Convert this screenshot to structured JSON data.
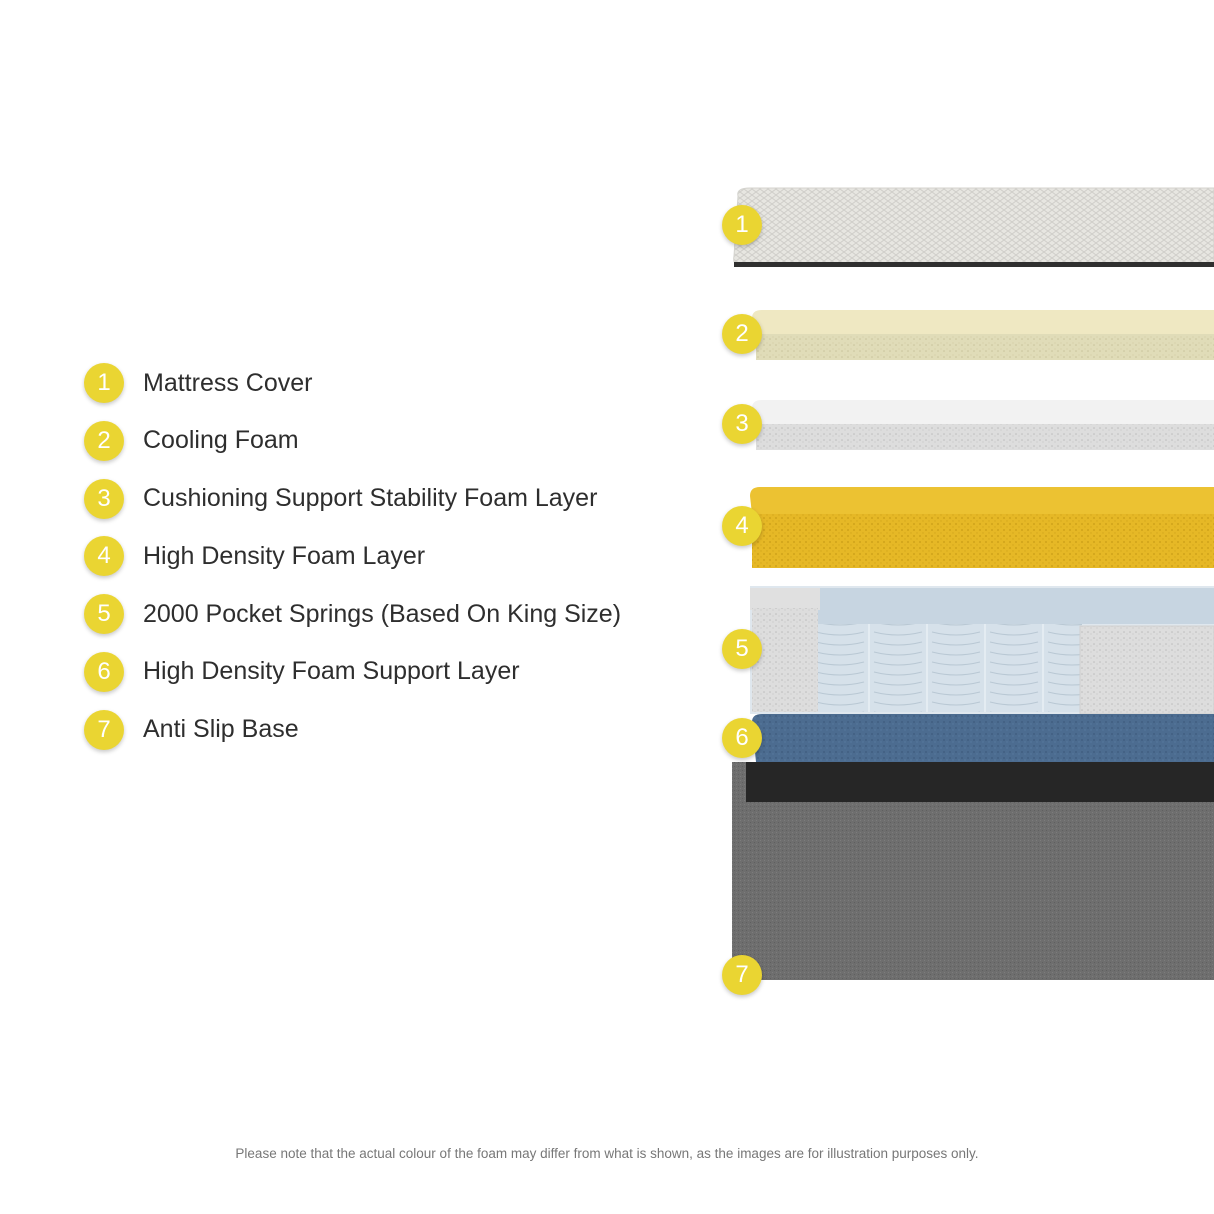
{
  "legend": {
    "items": [
      {
        "number": "1",
        "label": "Mattress Cover"
      },
      {
        "number": "2",
        "label": "Cooling Foam"
      },
      {
        "number": "3",
        "label": "Cushioning Support Stability Foam Layer"
      },
      {
        "number": "4",
        "label": "High Density Foam Layer"
      },
      {
        "number": "5",
        "label": "2000 Pocket Springs (Based On King Size)"
      },
      {
        "number": "6",
        "label": "High Density Foam Support Layer"
      },
      {
        "number": "7",
        "label": "Anti Slip Base"
      }
    ]
  },
  "disclaimer": "Please note that the actual colour of the foam may differ from what is shown, as the images are for illustration purposes only.",
  "colors": {
    "badge": "#ead532",
    "cover": "#ecebe6",
    "cooling_foam": "#ece5bf",
    "support_foam": "#eeeeee",
    "density_foam": "#e9bd2a",
    "springs": "#cfdbe5",
    "support_layer": "#4e6f93",
    "base": "#6d6d6d"
  }
}
